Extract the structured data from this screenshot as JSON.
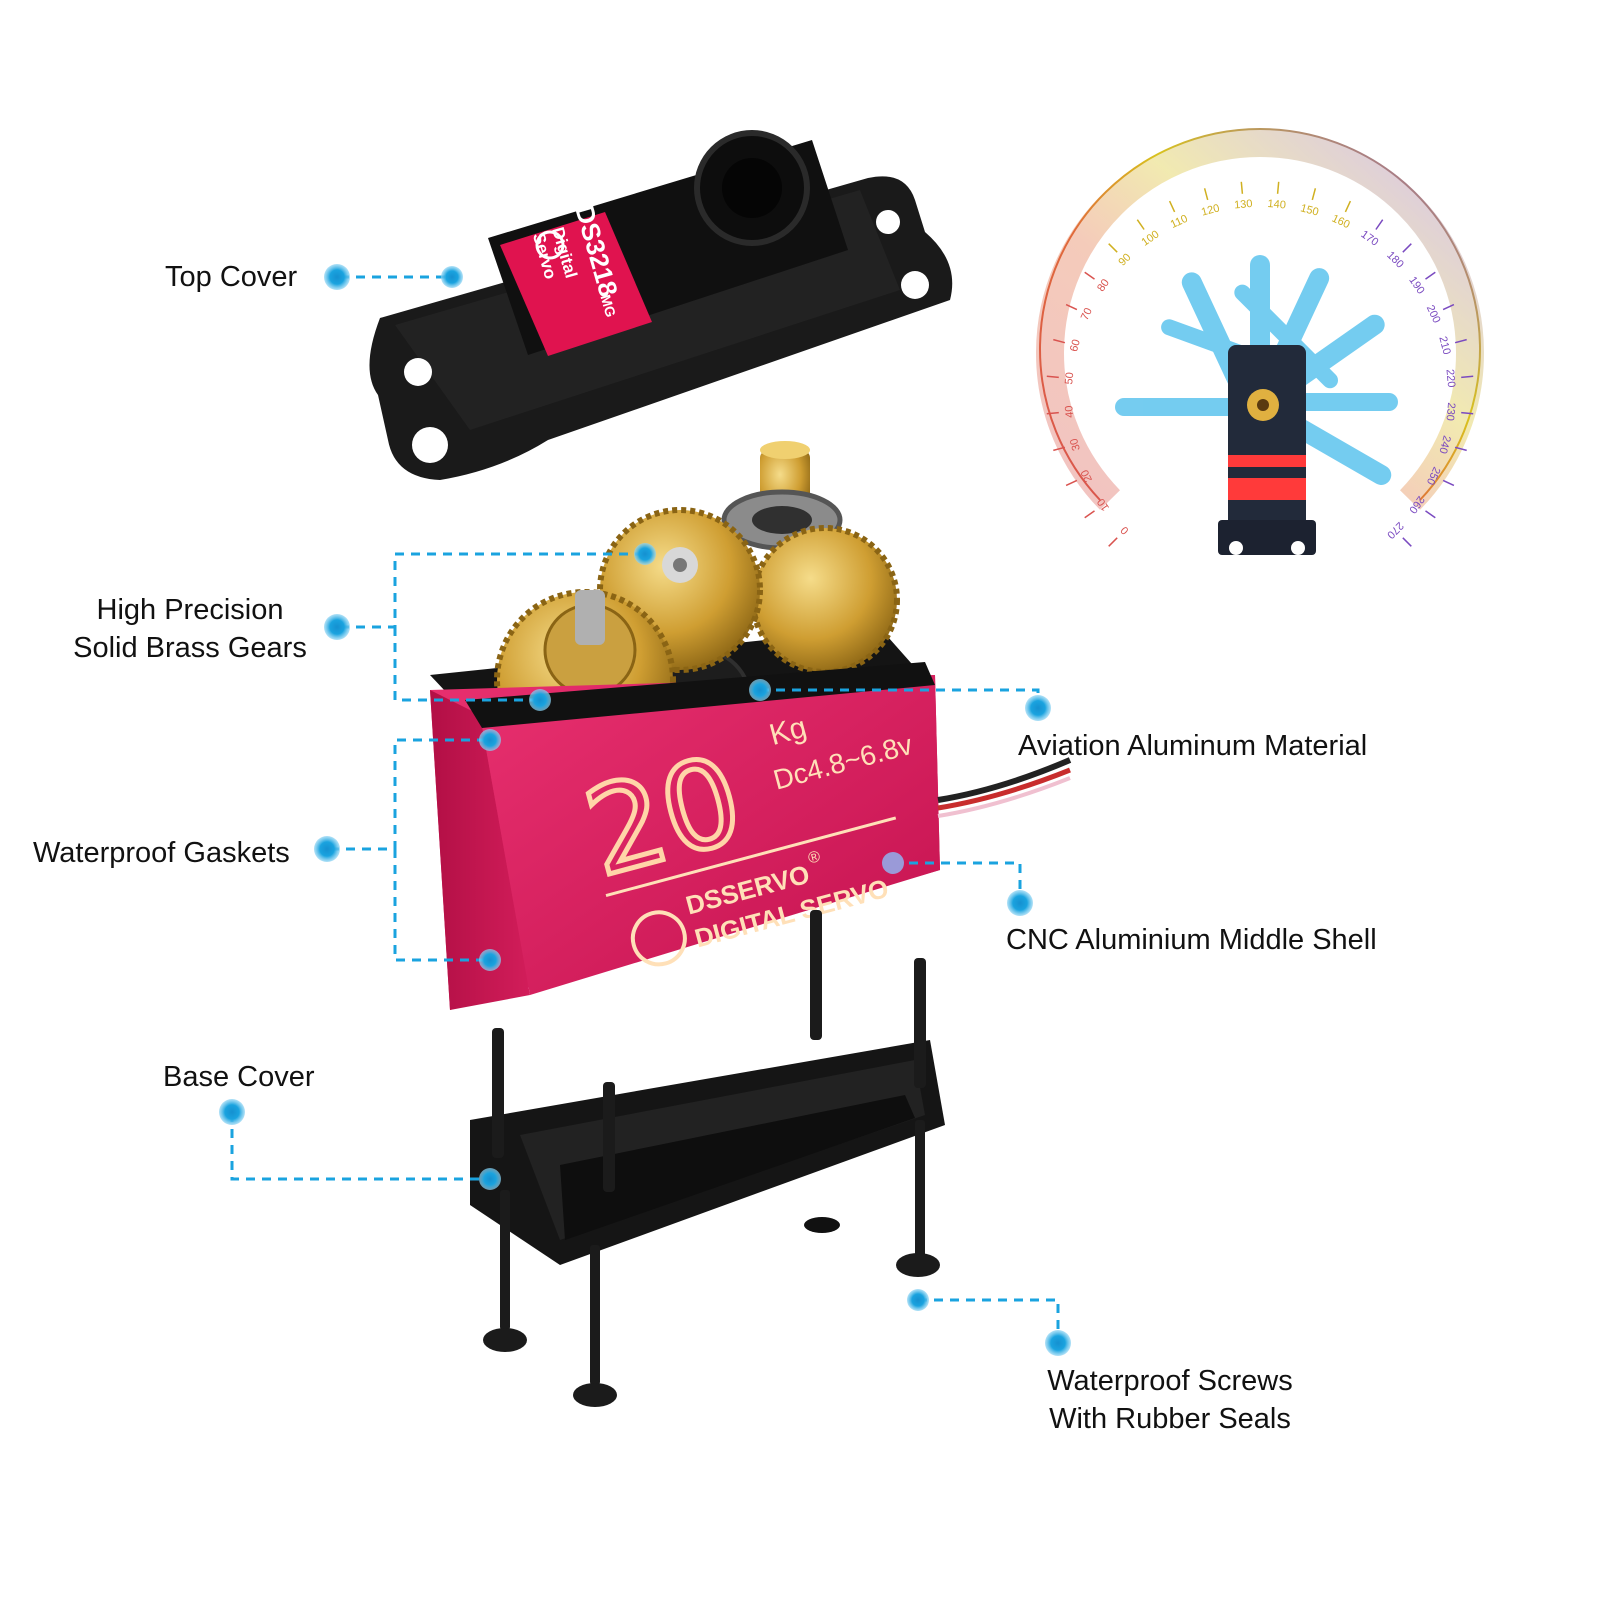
{
  "colors": {
    "accent_blue": "#1aa3df",
    "shell_pink": "#d61a5c",
    "brass": "#c9982a",
    "plastic_black": "#161616"
  },
  "labels": {
    "top_cover": "Top Cover",
    "gears_line1": "High Precision",
    "gears_line2": "Solid Brass Gears",
    "aviation": "Aviation Aluminum Material",
    "gaskets": "Waterproof Gaskets",
    "cnc_shell": "CNC Aluminium Middle Shell",
    "base_cover": "Base Cover",
    "screws_line1": "Waterproof Screws",
    "screws_line2": "With Rubber Seals"
  },
  "top_cover_print": {
    "model": "DS3218",
    "model_suffix": "MG",
    "brand_line1": "Digital",
    "brand_line2": "Servo"
  },
  "shell_print": {
    "torque": "20",
    "unit": "Kg",
    "voltage": "Dc4.8~6.8v",
    "brand": "DSSERVO",
    "brand_mark": "®",
    "type": "DIGITAL SERVO"
  },
  "protractor": {
    "ticks": [
      "0",
      "10",
      "20",
      "30",
      "40",
      "50",
      "60",
      "70",
      "80",
      "90",
      "100",
      "110",
      "120",
      "130",
      "140",
      "150",
      "160",
      "170",
      "180",
      "190",
      "200",
      "210",
      "220",
      "230",
      "240",
      "250",
      "260",
      "270"
    ]
  },
  "icons": {
    "callout_dot": "callout-dot-icon",
    "logo": "ds-logo-icon"
  }
}
